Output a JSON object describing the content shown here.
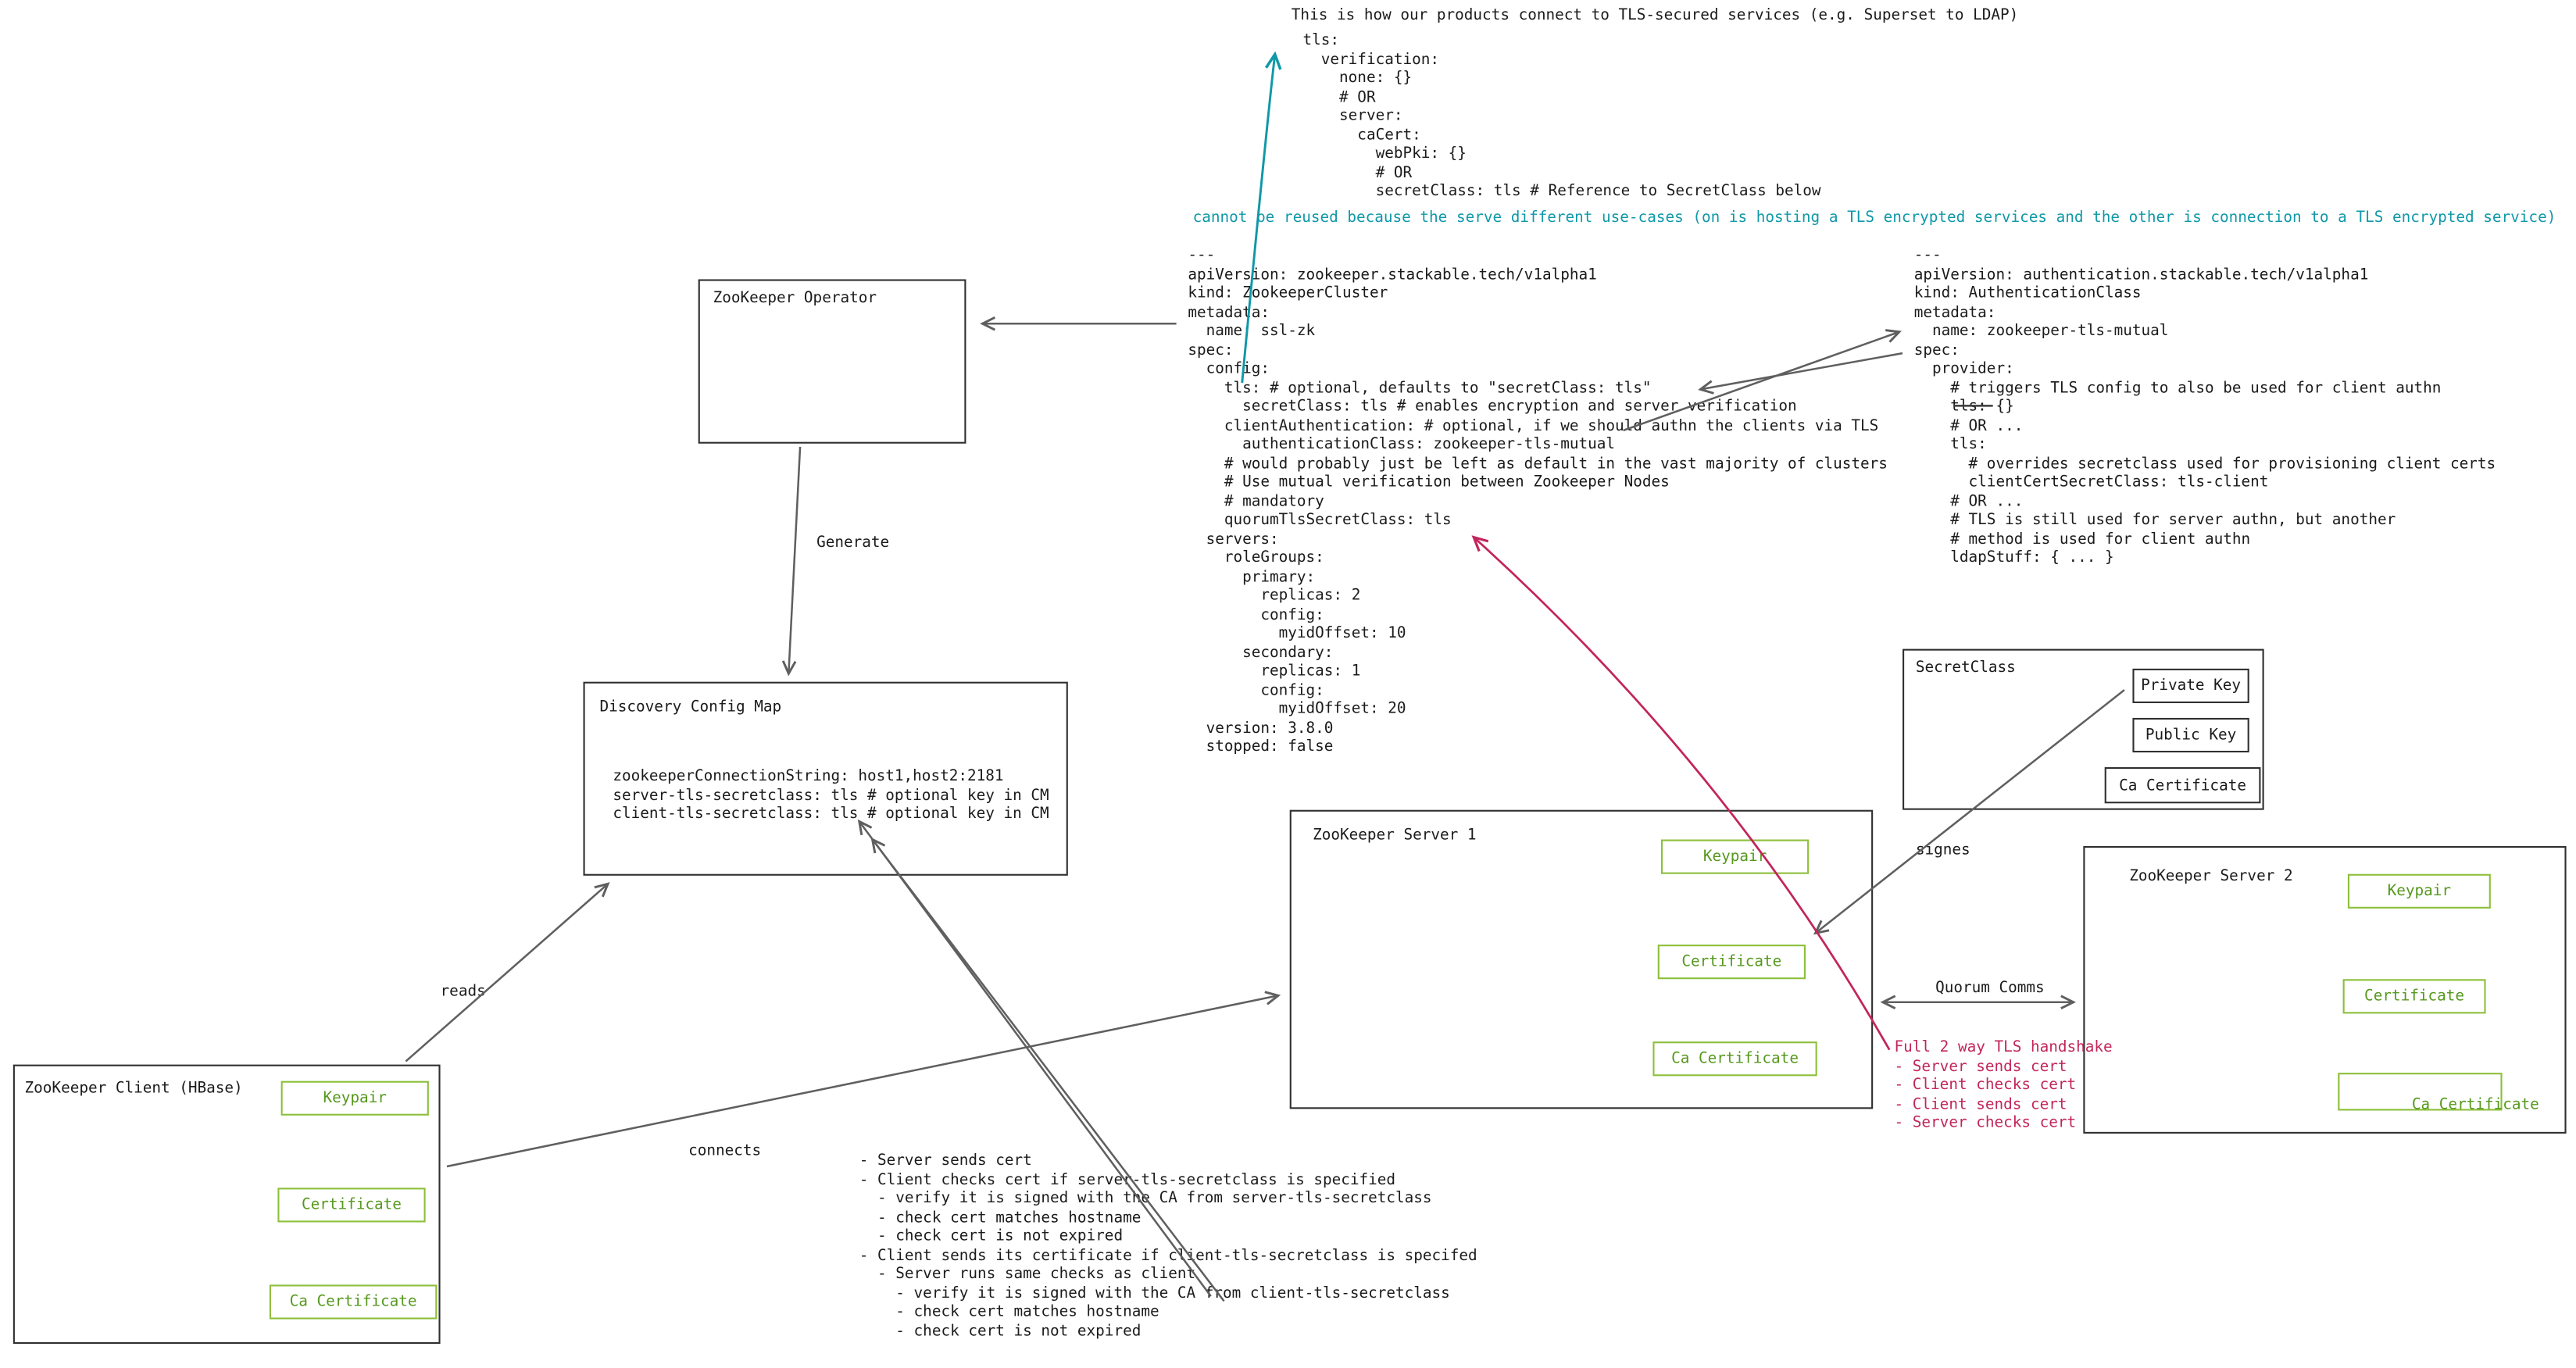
{
  "colors": {
    "teal_accent": "#0f98a8",
    "green_cert_border": "#8cbf3a",
    "green_cert_text": "#56981d",
    "pink_accent": "#c2255c",
    "arrow_gray": "#5f5f5f",
    "ink": "#1b1b1b"
  },
  "top_note": {
    "text": "This is how our products connect to TLS-secured services (e.g. Superset to LDAP)"
  },
  "yaml_tls_verification": {
    "lines": [
      "tls:",
      "  verification:",
      "    none: {}",
      "    # OR",
      "    server:",
      "      caCert:",
      "        webPki: {}",
      "        # OR",
      "        secretClass: tls # Reference to SecretClass below"
    ]
  },
  "teal_note": {
    "text": "cannot be reused because the serve different use-cases (on is hosting a TLS encrypted services and the other is connection to a TLS encrypted service)"
  },
  "yaml_zookeeper_cluster": {
    "lines": [
      "---",
      "apiVersion: zookeeper.stackable.tech/v1alpha1",
      "kind: ZookeeperCluster",
      "metadata:",
      "  name: ssl-zk",
      "spec:",
      "  config:",
      "    tls: # optional, defaults to \"secretClass: tls\"",
      "      secretClass: tls # enables encryption and server verification",
      "    clientAuthentication: # optional, if we should authn the clients via TLS",
      "      authenticationClass: zookeeper-tls-mutual",
      "    # would probably just be left as default in the vast majority of clusters",
      "    # Use mutual verification between Zookeeper Nodes",
      "    # mandatory",
      "    quorumTlsSecretClass: tls",
      "  servers:",
      "    roleGroups:",
      "      primary:",
      "        replicas: 2",
      "        config:",
      "          myidOffset: 10",
      "      secondary:",
      "        replicas: 1",
      "        config:",
      "          myidOffset: 20",
      "  version: 3.8.0",
      "  stopped: false"
    ]
  },
  "yaml_authentication_class": {
    "lines": [
      "---",
      "apiVersion: authentication.stackable.tech/v1alpha1",
      "kind: AuthenticationClass",
      "metadata:",
      "  name: zookeeper-tls-mutual",
      "spec:",
      "  provider:",
      "    # triggers TLS config to also be used for client authn",
      "    tls: {}",
      "    # OR ...",
      "    tls:",
      "      # overrides secretclass used for provisioning client certs",
      "      clientCertSecretClass: tls-client",
      "    # OR ...",
      "    # TLS is still used for server authn, but another",
      "    # method is used for client authn",
      "    ldapStuff: { ... }"
    ]
  },
  "nodes": {
    "zookeeper_operator": {
      "title": "ZooKeeper Operator"
    },
    "discovery_config_map": {
      "title": "Discovery Config Map",
      "lines": [
        "zookeeperConnectionString: host1,host2:2181",
        "server-tls-secretclass: tls # optional key in CM",
        "client-tls-secretclass: tls # optional key in CM"
      ]
    },
    "zookeeper_client": {
      "title": "ZooKeeper Client (HBase)",
      "items": [
        "Keypair",
        "Certificate",
        "Ca Certificate"
      ]
    },
    "zookeeper_server_1": {
      "title": "ZooKeeper Server 1",
      "items": [
        "Keypair",
        "Certificate",
        "Ca Certificate"
      ]
    },
    "zookeeper_server_2": {
      "title": "ZooKeeper Server 2",
      "items": [
        "Keypair",
        "Certificate",
        "Ca Certificate"
      ]
    },
    "secret_class": {
      "title": "SecretClass",
      "items": [
        "Private Key",
        "Public Key",
        "Ca Certificate"
      ]
    }
  },
  "edge_labels": {
    "generate": "Generate",
    "reads": "reads",
    "connects": "connects",
    "signes": "signes",
    "quorum": "Quorum Comms"
  },
  "handshake_note": {
    "title": "Full 2 way TLS handshake",
    "lines": [
      "- Server sends cert",
      "- Client checks cert",
      "- Client sends cert",
      "- Server checks cert"
    ]
  },
  "checks_note": {
    "lines": [
      "- Server sends cert",
      "- Client checks cert if server-tls-secretclass is specified",
      "  - verify it is signed with the CA from server-tls-secretclass",
      "  - check cert matches hostname",
      "  - check cert is not expired",
      "- Client sends its certificate if client-tls-secretclass is specifed",
      "  - Server runs same checks as client",
      "    - verify it is signed with the CA from client-tls-secretclass",
      "    - check cert matches hostname",
      "    - check cert is not expired"
    ]
  }
}
